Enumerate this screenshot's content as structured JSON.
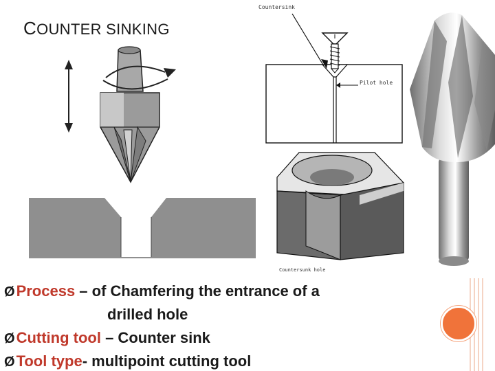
{
  "slide": {
    "title_first_letter": "C",
    "title_rest": "OUNTER SINKING",
    "bullets": [
      {
        "accent": "Process",
        "rest": " – of Chamfering the entrance of a",
        "continuation": "drilled hole"
      },
      {
        "accent": "Cutting tool",
        "rest": " – Counter sink"
      },
      {
        "accent": "Tool type",
        "rest": "- multipoint cutting tool"
      }
    ],
    "bullet_glyph": "Ø"
  },
  "diagram_labels": {
    "countersink": "Countersink",
    "pilot_hole": "Pilot hole",
    "countersunk_hole": "Countersunk hole"
  },
  "colors": {
    "accent": "#c0392b",
    "circle": "#f0733a",
    "deco_lines": "#f2c6b0"
  }
}
